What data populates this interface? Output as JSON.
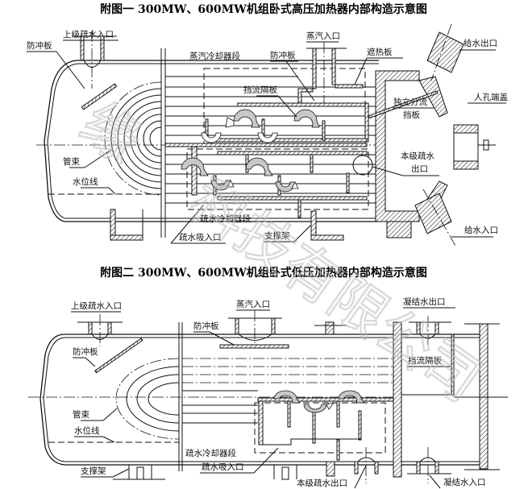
{
  "figure1": {
    "title": "附图一  300MW、600MW机组卧式高压加热器内部构造示意图",
    "labels": {
      "upper_drain_inlet": "上级疏水入口",
      "impingement_plate_left": "防冲板",
      "steam_cooler_section": "蒸汽冷却器段",
      "impingement_plate_steam": "防冲板",
      "steam_inlet": "蒸汽入口",
      "heat_shield": "遮热板",
      "feedwater_outlet": "给水出口",
      "baffle_plate": "挡流隔板",
      "independent_pass_baffle_1": "独立分流",
      "independent_pass_baffle_2": "挡板",
      "manhole_cover": "人孔端盖",
      "tube_bundle": "管束",
      "water_level": "水位线",
      "this_stage_drain_outlet_1": "本级疏水",
      "this_stage_drain_outlet_2": "出口",
      "drain_cooler_section": "疏水冷却器段",
      "drain_suction_inlet": "疏水吸入口",
      "support": "支撑架",
      "feedwater_inlet": "给水入口"
    }
  },
  "figure2": {
    "title": "附图二  300MW、600MW机组卧式低压加热器内部构造示意图",
    "labels": {
      "upper_drain_inlet": "上级疏水入口",
      "impingement_plate_left": "防冲板",
      "steam_inlet": "蒸汽入口",
      "impingement_plate_steam": "防冲板",
      "condensate_outlet": "凝结水出口",
      "baffle_plate": "挡流隔板",
      "tube_bundle": "管束",
      "water_level": "水位线",
      "drain_cooler_section": "疏水冷却器段",
      "drain_suction_inlet": "疏水吸入口",
      "support": "支撑架",
      "this_stage_drain_outlet": "本级疏水出口",
      "condensate_inlet": "凝结水入口"
    }
  },
  "watermark": {
    "line1": "缘",
    "line2": "科技有限公司"
  }
}
